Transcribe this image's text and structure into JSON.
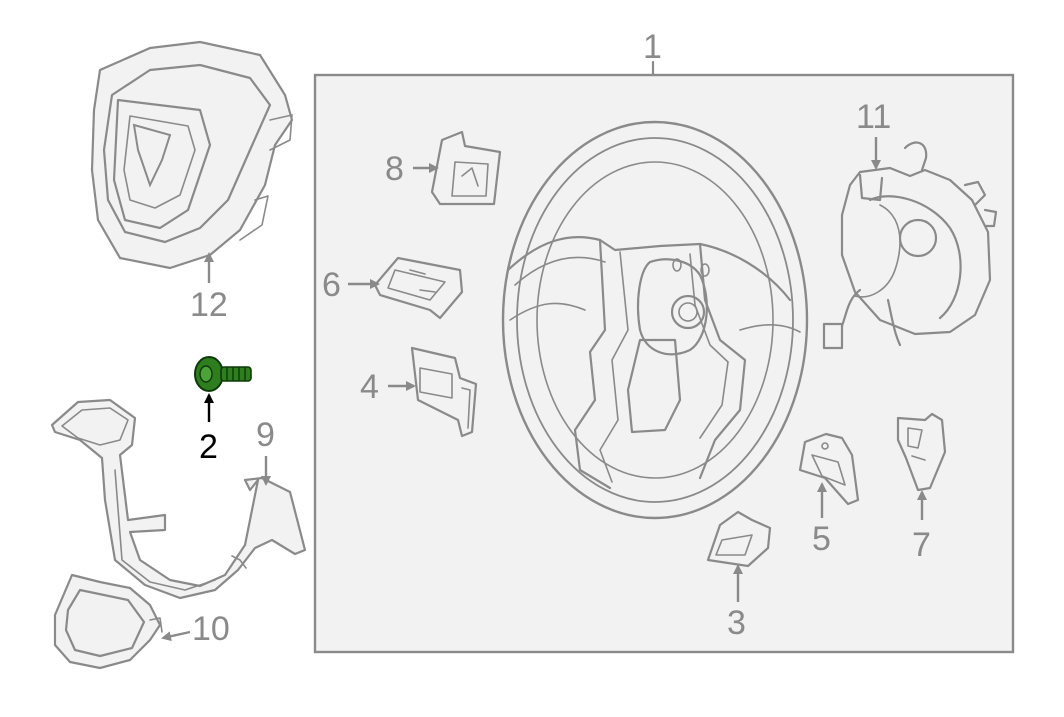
{
  "diagram": {
    "callouts": [
      {
        "id": "1",
        "label": "1"
      },
      {
        "id": "2",
        "label": "2",
        "highlighted": true
      },
      {
        "id": "3",
        "label": "3"
      },
      {
        "id": "4",
        "label": "4"
      },
      {
        "id": "5",
        "label": "5"
      },
      {
        "id": "6",
        "label": "6"
      },
      {
        "id": "7",
        "label": "7"
      },
      {
        "id": "8",
        "label": "8"
      },
      {
        "id": "9",
        "label": "9"
      },
      {
        "id": "10",
        "label": "10"
      },
      {
        "id": "11",
        "label": "11"
      },
      {
        "id": "12",
        "label": "12"
      }
    ],
    "colors": {
      "line": "#8a8a8a",
      "panel": "#f2f2f2",
      "highlight_part": "#2e7d1e",
      "highlight_label": "#000000"
    }
  }
}
